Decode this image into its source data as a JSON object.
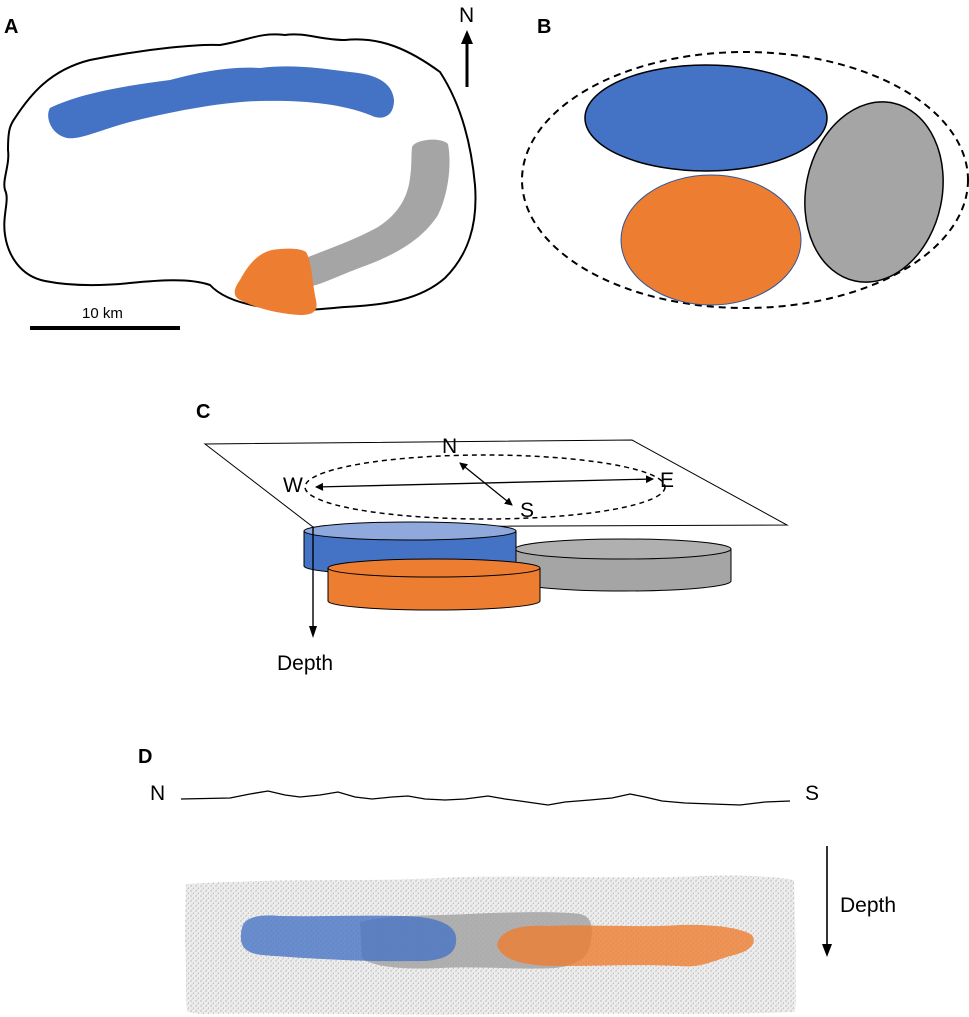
{
  "panels": {
    "a": {
      "letter": "A"
    },
    "b": {
      "letter": "B"
    },
    "c": {
      "letter": "C"
    },
    "d": {
      "letter": "D"
    }
  },
  "map": {
    "north_label": "N",
    "scale_bar_label": "10 km"
  },
  "block_diagram": {
    "compass": {
      "north": "N",
      "south": "S",
      "east": "E",
      "west": "W"
    },
    "depth_label": "Depth"
  },
  "cross_section": {
    "left_label": "N",
    "right_label": "S",
    "depth_label": "Depth"
  },
  "colors": {
    "blue": "#4472c4",
    "orange": "#ed7d31",
    "gray": "#a5a5a5",
    "outline": "#000000",
    "background": "#ffffff"
  }
}
